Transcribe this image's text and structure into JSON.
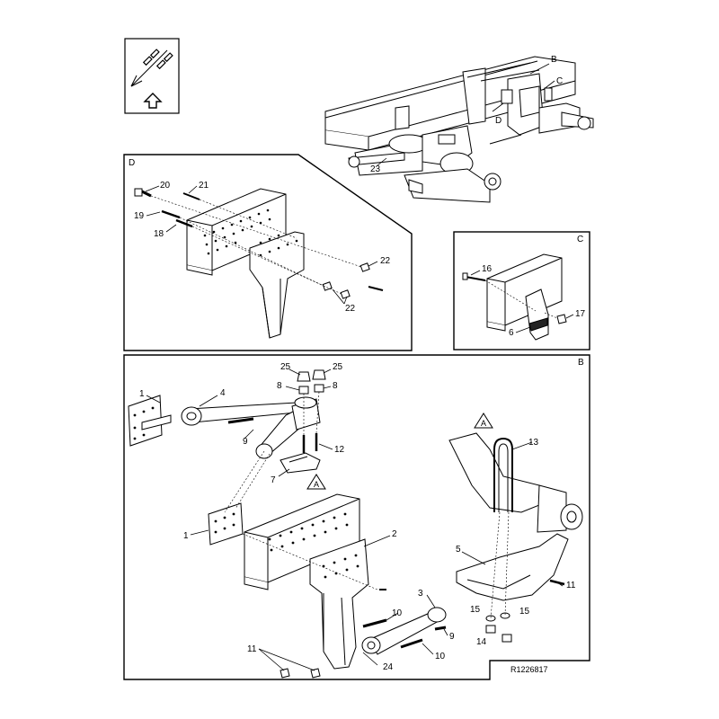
{
  "diagram": {
    "reference_code": "R1226817",
    "views": {
      "overview": {
        "labels": [
          "B",
          "C",
          "D",
          "23"
        ]
      },
      "detail_d": {
        "corner": "D",
        "labels": [
          "20",
          "21",
          "19",
          "18",
          "22",
          "22"
        ]
      },
      "detail_c": {
        "corner": "C",
        "labels": [
          "16",
          "17",
          "6"
        ]
      },
      "detail_b": {
        "corner": "B",
        "labels": [
          "25",
          "25",
          "8",
          "8",
          "1",
          "4",
          "9",
          "12",
          "7",
          "A",
          "A",
          "13",
          "1",
          "2",
          "5",
          "11",
          "3",
          "15",
          "15",
          "10",
          "9",
          "14",
          "11",
          "24",
          "10"
        ]
      }
    }
  }
}
